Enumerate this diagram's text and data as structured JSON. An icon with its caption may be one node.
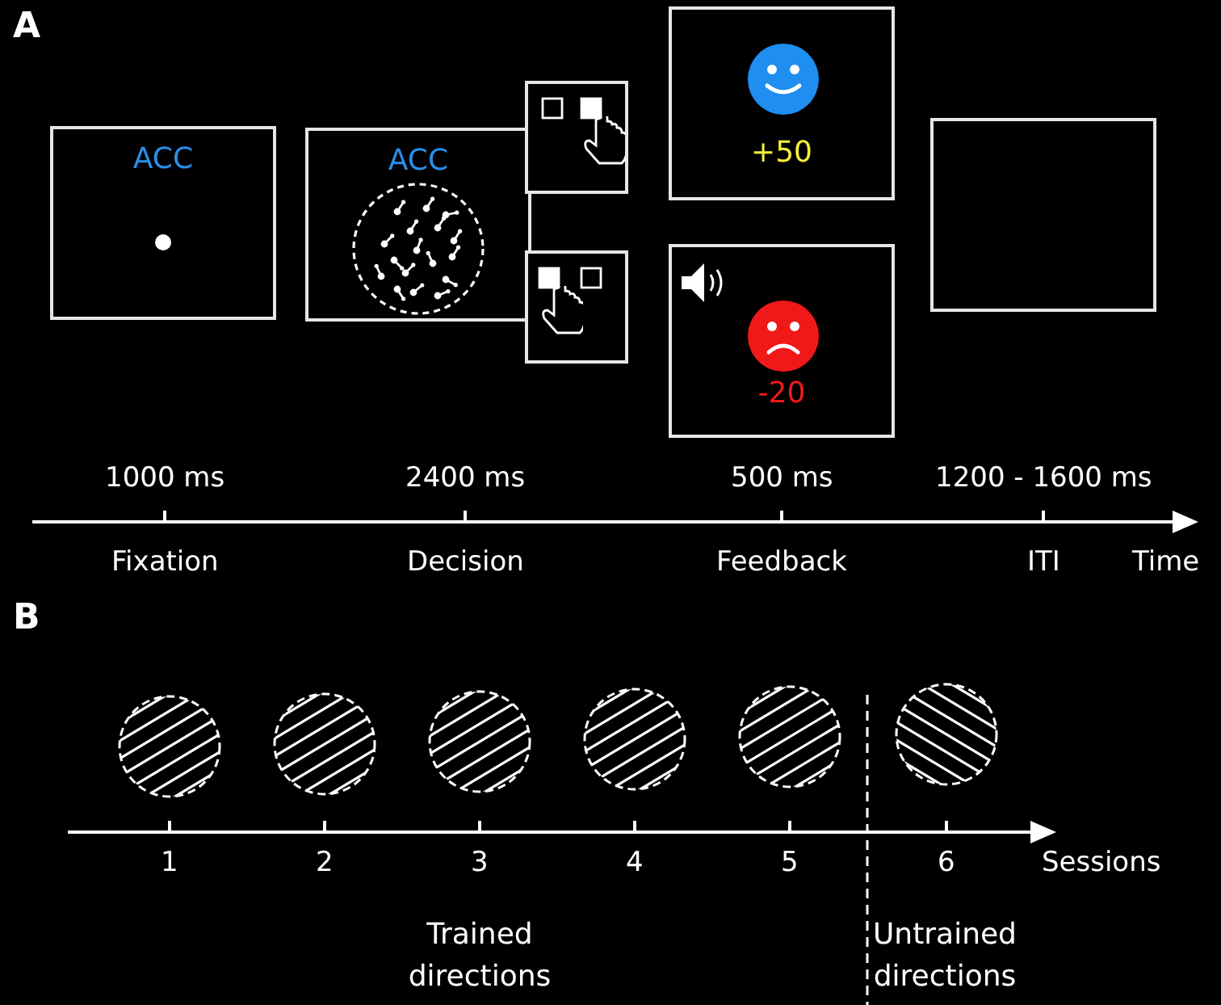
{
  "diagram": {
    "nodes": [
      {
        "text": [
          "ACC"
        ]
      },
      {
        "text": [
          "ACC"
        ]
      },
      {
        "text": [],
        "shape": "box"
      },
      {
        "text": [],
        "shape": "box"
      },
      {
        "text": [
          "+50"
        ]
      },
      {
        "text": [
          "-20"
        ]
      },
      {
        "text": [],
        "shape": "box"
      }
    ],
    "edges": [
      {
        "from": 2,
        "to": 3,
        "arrow": "none"
      }
    ],
    "labels": [
      "A",
      "1000 ms",
      "2400 ms",
      "500 ms",
      "1200 - 1600 ms",
      "Fixation",
      "Decision",
      "Feedback",
      "ITI",
      "Time",
      "B",
      "1",
      "2",
      "3",
      "4",
      "5",
      "6",
      "Sessions",
      "Trained directions",
      "Untrained directions"
    ]
  }
}
